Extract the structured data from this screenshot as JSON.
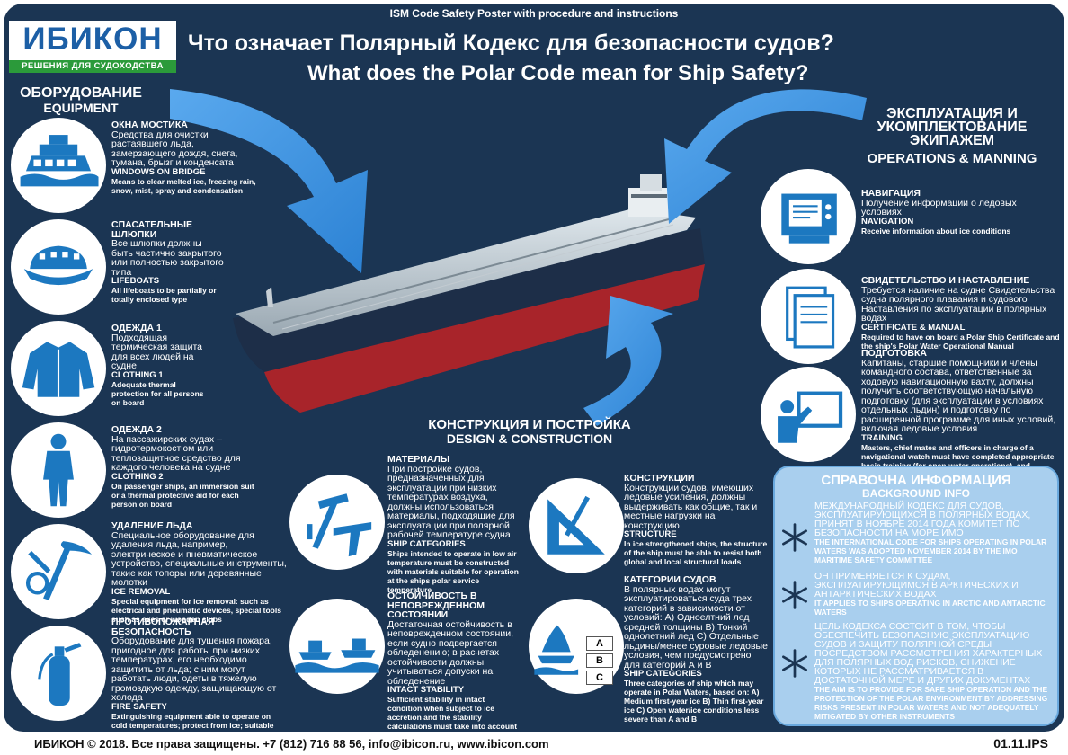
{
  "header": {
    "top_title": "ISM Code Safety Poster with procedure and instructions",
    "title_ru": "Что означает Полярный Кодекс для безопасности судов?",
    "title_en": "What does the Polar Code mean for Ship Safety?"
  },
  "logo": {
    "name": "ИБИКОН",
    "tagline": "РЕШЕНИЯ ДЛЯ СУДОХОДСТВА"
  },
  "equipment": {
    "heading_ru": "ОБОРУДОВАНИЕ",
    "heading_en": "EQUIPMENT",
    "items": [
      {
        "t1": "ОКНА МОСТИКА",
        "ru": "Средства для очистки растаявшего льда, замерзающего дождя, снега, тумана, брызг и конденсата",
        "t2": "WINDOWS ON BRIDGE",
        "en": "Means to clear melted ice, freezing rain, snow, mist, spray and condensation"
      },
      {
        "t1": "СПАСАТЕЛЬНЫЕ ШЛЮПКИ",
        "ru": "Все шлюпки должны быть частично закрытого или полностью закрытого типа",
        "t2": "LIFEBOATS",
        "en": "All lifeboats to be partially or totally enclosed type"
      },
      {
        "t1": "ОДЕЖДА 1",
        "ru": "Подходящая термическая защита для всех людей на судне",
        "t2": "CLOTHING 1",
        "en": "Adequate thermal protection for all persons on board"
      },
      {
        "t1": "ОДЕЖДА 2",
        "ru": "На пассажирских судах – гидротермокостюм или теплозащитное средство для каждого человека на судне",
        "t2": "CLOTHING 2",
        "en": "On passenger ships, an immersion suit or a thermal protective aid for each person on board"
      },
      {
        "t1": "УДАЛЕНИЕ ЛЬДА",
        "ru": "Специальное оборудование для удаления льда, например, электрическое и пневматическое устройство, специальные инструменты, такие как топоры или деревянные молотки",
        "t2": "ICE REMOVAL",
        "en": "Special equipment for ice removal: such as electrical and pneumatic devices, special tools such as axes or wooden clubs"
      },
      {
        "t1": "ПРОТИВОПОЖАРНАЯ БЕЗОПАСНОСТЬ",
        "ru": "Оборудование для тушения пожара, пригодное для работы при низких температурах, его необходимо защитить от льда; с ним могут работать люди, одеты в тяжелую громоздкую одежду, защищающую от холода",
        "t2": "FIRE SAFETY",
        "en": "Extinguishing equipment able to operate on cold temperatures; protect from ice; suitable for persons wearing bulky and cumbersome cold weather gear"
      }
    ]
  },
  "operations": {
    "heading_ru": "ЭКСПЛУАТАЦИЯ И УКОМПЛЕКТОВАНИЕ ЭКИПАЖЕМ",
    "heading_en": "OPERATIONS & MANNING",
    "items": [
      {
        "t1": "НАВИГАЦИЯ",
        "ru": "Получение информации о ледовых условиях",
        "t2": "NAVIGATION",
        "en": "Receive  information about ice conditions"
      },
      {
        "t1": "СВИДЕТЕЛЬСТВО И НАСТАВЛЕНИЕ",
        "ru": "Требуется наличие на судне Свидетельства судна полярного плавания и судового Наставления по эксплуатации в полярных водах",
        "t2": "CERTIFICATE & MANUAL",
        "en": "Required to have on board a Polar Ship Certificate and the ship's Polar Water Operational Manual"
      },
      {
        "t1": "ПОДГОТОВКА",
        "ru": "Капитаны, старшие помощники и члены командного состава, ответственные за ходовую навигационную вахту, должны получить соответствующую начальную подготовку (для эксплуатации в условиях отдельных льдин) и подготовку по расширенной программе для иных условий, включая ледовые условия",
        "t2": "TRAINING",
        "en": "Masters, chief mates and officers in charge of a navigational watch must have completed appropriate basic training (for open-water operations), and advanced training for other waters, including ice"
      }
    ]
  },
  "design": {
    "heading_ru": "КОНСТРУКЦИЯ И ПОСТРОЙКА",
    "heading_en": "DESIGN & CONSTRUCTION",
    "materials": {
      "t1": "МАТЕРИАЛЫ",
      "ru": "При постройке судов, предназначенных для эксплуатации при низких температурах воздуха, должны использоваться материалы, подходящие для эксплуатации при полярной рабочей температуре судна",
      "t2": "SHIP CATEGORIES",
      "en": "Ships intended to operate in low air temperature must be constructed with materials suitable for operation at the ships polar service temperature"
    },
    "stability": {
      "t1": "ОСТОЙЧИВОСТЬ В НЕПОВРЕЖДЕННОМ СОСТОЯНИИ",
      "ru": "Достаточная остойчивость в неповрежденном состоянии, если судно подвергается обледенению; в расчетах остойчивости должны учитываться допуски на обледенение",
      "t2": "INTACT  STABILITY",
      "en": "Sufficient stability in intact condition when subject to ice accretion and the stability calculations must take into account the icing allowance"
    },
    "structure": {
      "t1": "КОНСТРУКЦИИ",
      "ru": "Конструкции судов, имеющих ледовые усиления, должны выдерживать как общие, так и местные нагрузки на конструкцию",
      "t2": "STRUCTURE",
      "en": "In ice strengthened ships, the structure of the ship must be able to resist both global and local structural loads"
    },
    "categories": {
      "t1": "КАТЕГОРИИ СУДОВ",
      "ru": "В полярных водах могут эксплуатироваться суда трех категорий в зависимости от условий: А) Одноелтний лед средней толщины В) Тонкий однолетний лед С) Отдельные льдины/менее суровые ледовые условия, чем предусмотрено для категорий А и В",
      "t2": "SHIP CATEGORIES",
      "en": "Three categories of ship which may operate in Polar Waters, based on: A) Medium first-year ice B) Thin first-year ice C) Open water/ice conditions less severe than A and B"
    },
    "abc": [
      "A",
      "B",
      "C"
    ]
  },
  "background": {
    "heading_ru": "СПРАВОЧНА ИНФОРМАЦИЯ",
    "heading_en": "BACKGROUND INFO",
    "items": [
      {
        "ru": "МЕЖДУНАРОДНЫЙ КОДЕКС ДЛЯ СУДОВ, ЭКСПЛУАТИРУЮЩИХСЯ В ПОЛЯРНЫХ ВОДАХ, ПРИНЯТ В НОЯБРЕ 2014 ГОДА КОМИТЕТ ПО БЕЗОПАСНОСТИ НА МОРЕ ИМО",
        "en": "THE INTERNATIONAL CODE FOR SHIPS OPERATING IN POLAR WATERS WAS ADOPTED NOVEMBER 2014 BY THE IMO MARITIME SAFETY COMMITTEE"
      },
      {
        "ru": "ОН ПРИМЕНЯЕТСЯ К СУДАМ, ЭКСПЛУАТИРУЮЩИМСЯ В АРКТИЧЕСКИХ И АНТАРКТИЧЕСКИХ ВОДАХ",
        "en": "IT APPLIES TO SHIPS OPERATING IN ARCTIC AND ANTARCTIC WATERS"
      },
      {
        "ru": "ЦЕЛЬ КОДЕКСА СОСТОИТ В ТОМ, ЧТОБЫ ОБЕСПЕЧИТЬ БЕЗОПАСНУЮ ЭКСПЛУАТАЦИЮ СУДОВ И ЗАЩИТУ ПОЛЯРНОЙ СРЕДЫ ПОСРЕДСТВОМ РАССМОТРЕНИЯ ХАРАКТЕРНЫХ ДЛЯ ПОЛЯРНЫХ ВОД РИСКОВ, СНИЖЕНИЕ КОТОРЫХ НЕ РАССМАТРИВАЕТСЯ В ДОСТАТОЧНОЙ МЕРЕ И ДРУГИХ ДОКУМЕНТАХ",
        "en": "THE AIM IS TO PROVIDE FOR SAFE SHIP OPERATION AND THE PROTECTION OF THE POLAR ENVIRONMENT BY ADDRESSING RISKS PRESENT IN POLAR WATERS AND NOT ADEQUATELY MITIGATED BY OTHER INSTRUMENTS"
      }
    ]
  },
  "footer": {
    "copyright": "ИБИКОН © 2018. Все права защищены. +7 (812) 716 88 56, info@ibicon.ru, www.ibicon.com",
    "code": "01.11.IPS"
  },
  "colors": {
    "panel": "#1b3553",
    "accent": "#3a8fd6",
    "info_box": "#a9cfee",
    "icon_blue": "#1c78c0",
    "hull_red": "#b0262a"
  }
}
